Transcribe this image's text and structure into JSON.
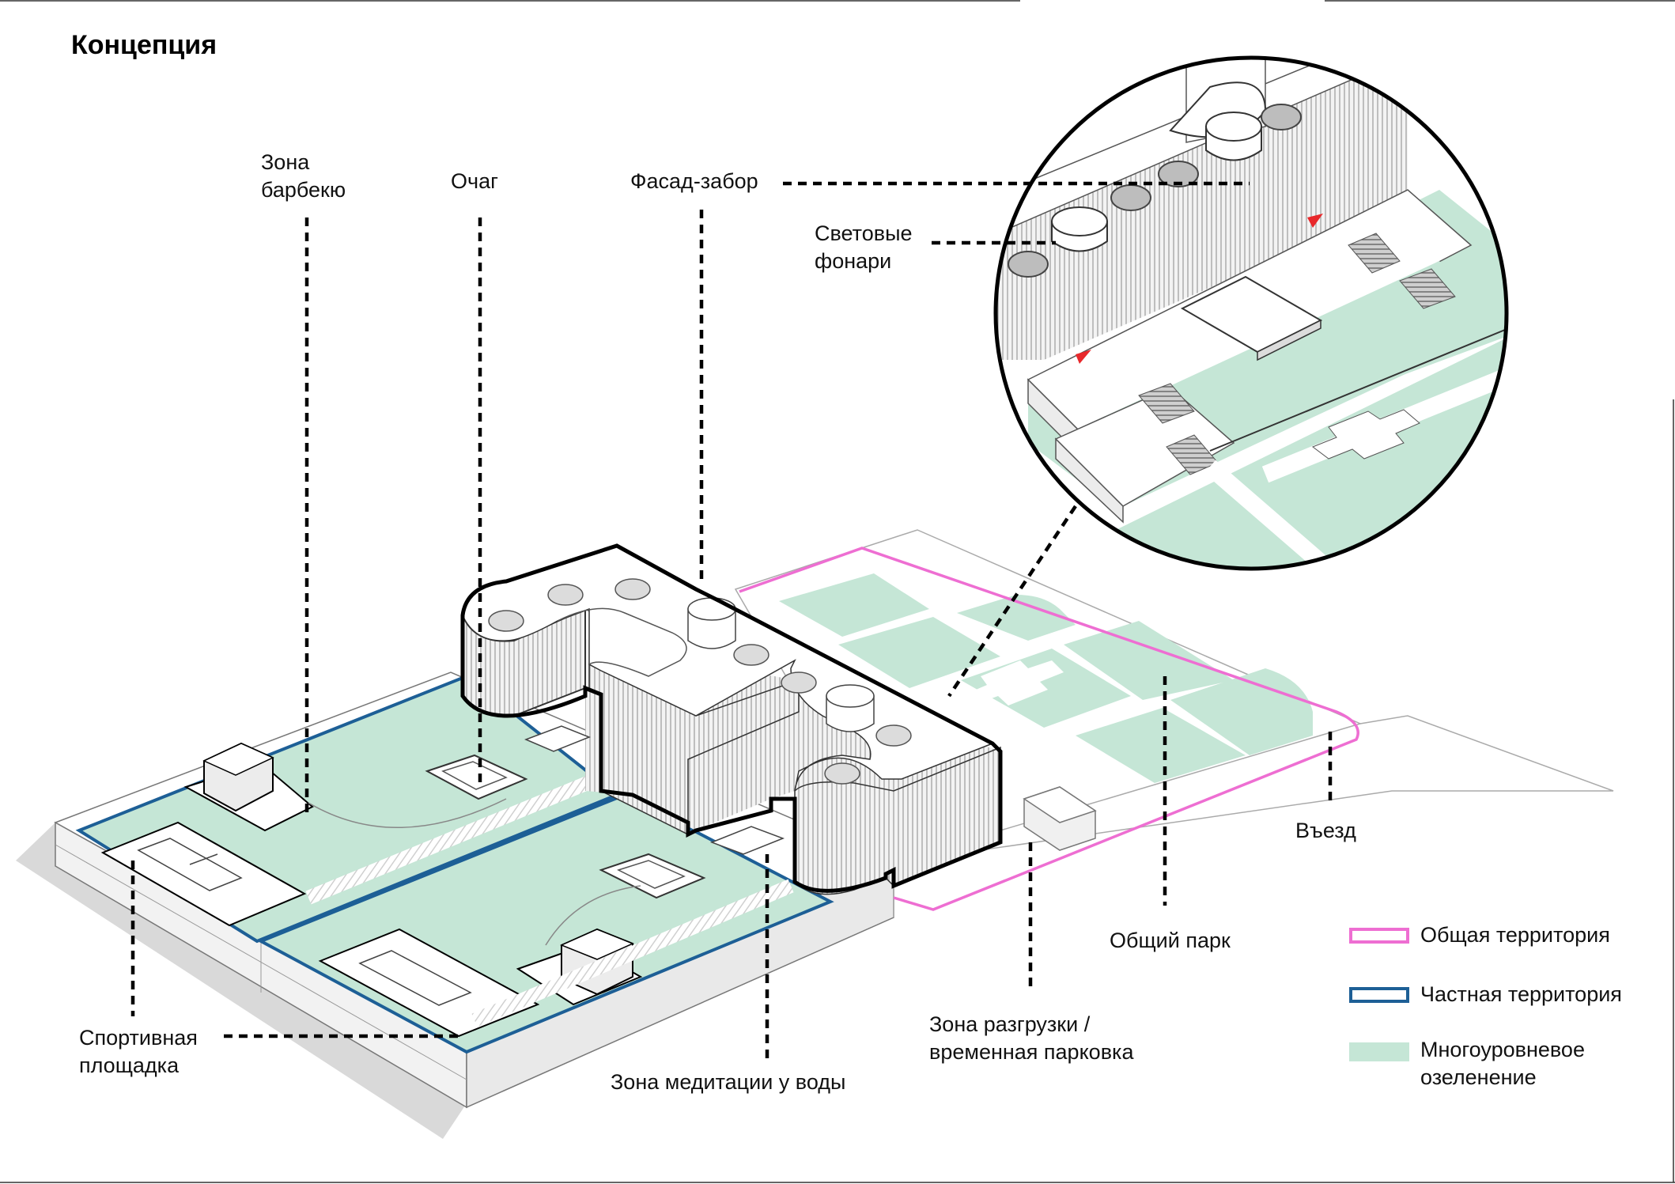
{
  "title": "Концепция",
  "labels": {
    "bbq": "Зона\nбарбекю",
    "hearth": "Очаг",
    "facade_fence": "Фасад-забор",
    "skylights": "Световые\nфонари",
    "entrance": "Въезд",
    "common_park": "Общий парк",
    "unloading": "Зона разгрузки /\nвременная парковка",
    "meditation": "Зона медитации у воды",
    "sports": "Спортивная\nплощадка"
  },
  "legend": [
    {
      "label": "Общая территория",
      "color": "#ee6ed2",
      "kind": "outline"
    },
    {
      "label": "Частная территория",
      "color": "#1d5f96",
      "kind": "outline"
    },
    {
      "label": "Многоуровневое\nозеленение",
      "color": "#c5e6d6",
      "kind": "fill"
    }
  ],
  "colors": {
    "green": "#c5e6d6",
    "pink": "#ee6ed2",
    "blue": "#1d5f96",
    "red_marker": "#e8282b"
  }
}
